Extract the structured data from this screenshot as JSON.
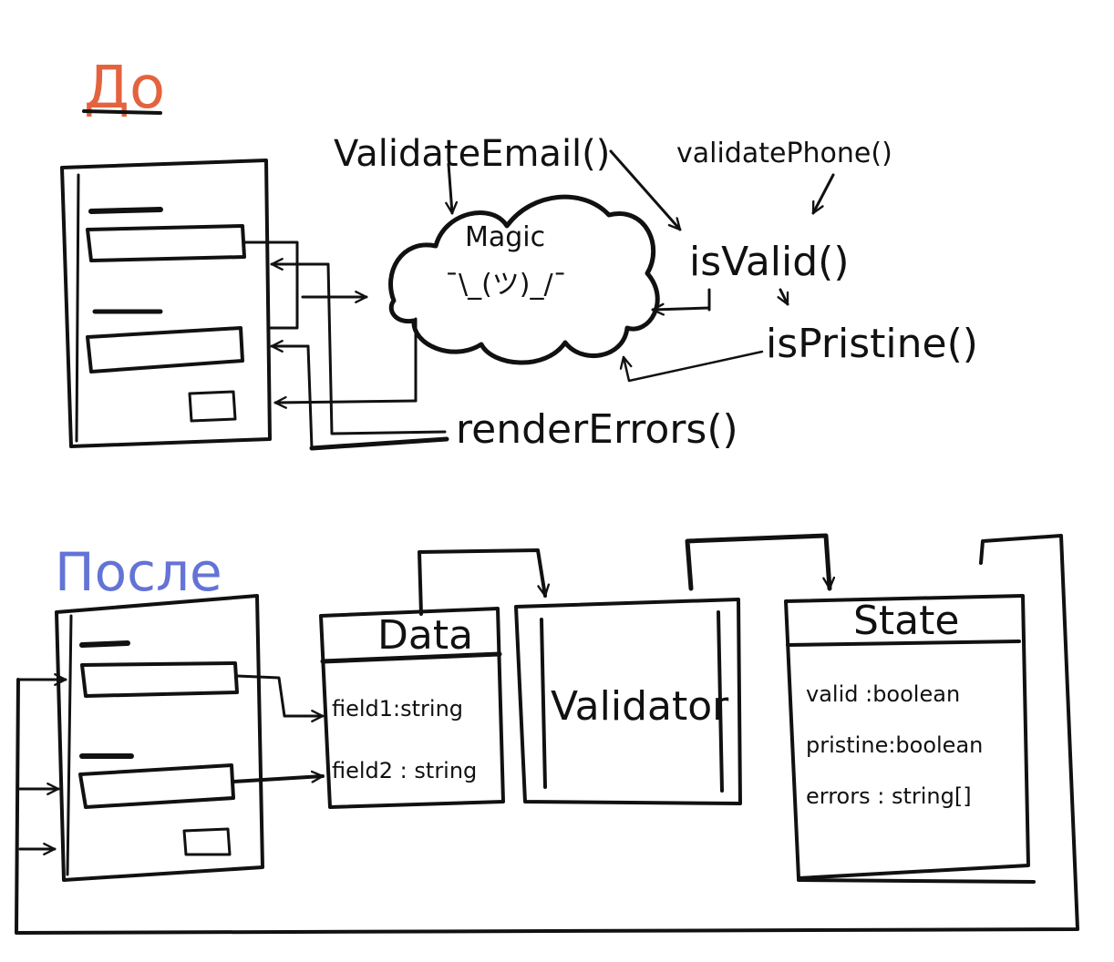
{
  "before": {
    "title": "До",
    "title_color": "#e4633f",
    "functions": {
      "validate_email": "ValidateEmail()",
      "validate_phone": "validatePhone()",
      "is_valid": "isValid()",
      "is_pristine": "isPristine()",
      "render_errors": "renderErrors()"
    },
    "cloud": {
      "label": "Magic",
      "shrug": "¯\\_(ツ)_/¯"
    }
  },
  "after": {
    "title": "После",
    "title_color": "#6373d6",
    "data_box": {
      "title": "Data",
      "fields": [
        "field1:string",
        "field2 : string"
      ]
    },
    "validator_box": {
      "title": "Validator"
    },
    "state_box": {
      "title": "State",
      "fields": [
        "valid :boolean",
        "pristine:boolean",
        "errors : string[]"
      ]
    }
  }
}
